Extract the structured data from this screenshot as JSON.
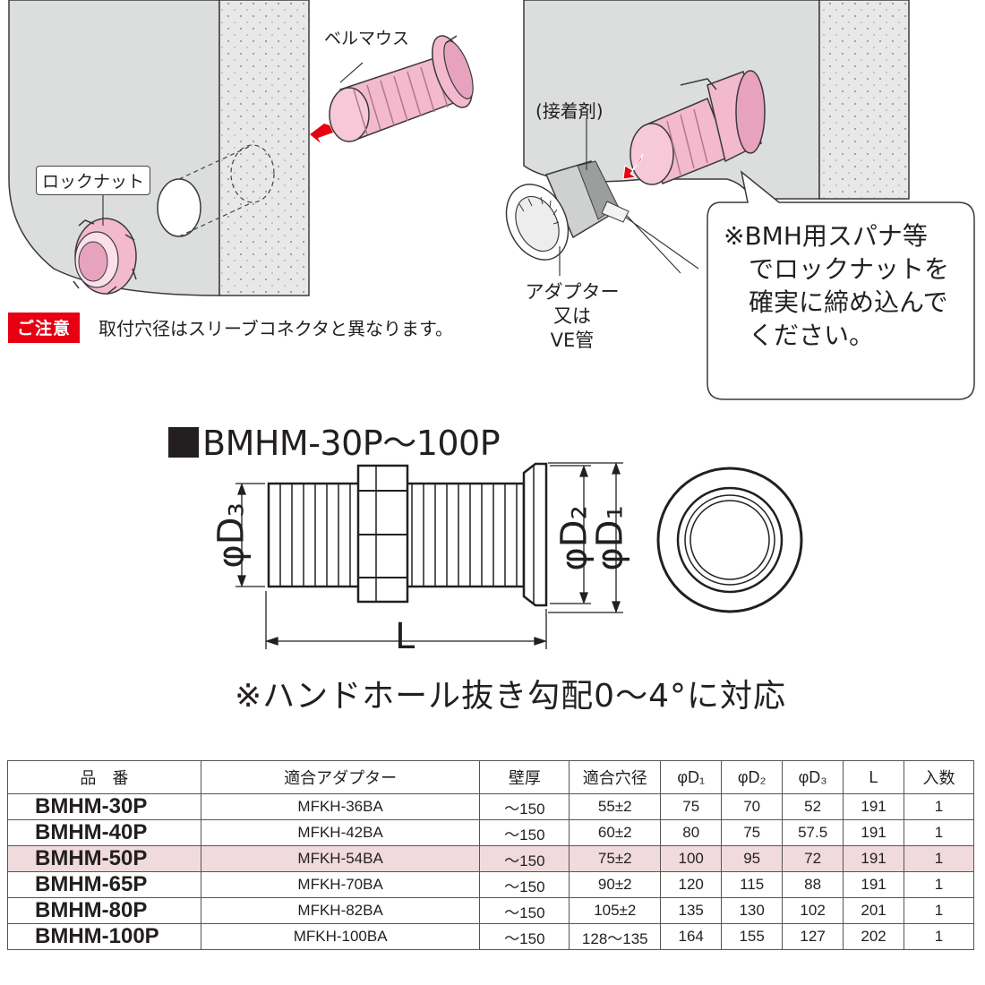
{
  "illustration": {
    "labels": {
      "bellmouth": "ベルマウス",
      "locknut": "ロックナット",
      "adhesive": "(接着剤)",
      "adapter_line1": "アダプター",
      "adapter_line2": "又は",
      "adapter_line3": "VE管"
    },
    "caution_badge": "ご注意",
    "caution_text": "取付穴径はスリーブコネクタと異なります。",
    "callout_lines": [
      "※BMH用スパナ等",
      "でロックナットを",
      "確実に締め込んで",
      "ください。"
    ]
  },
  "drawing": {
    "title": "BMHM-30P～100P",
    "dim_d3": "φD₃",
    "dim_d2": "φD₂",
    "dim_d1": "φD₁",
    "dim_l": "L",
    "footnote": "※ハンドホール抜き勾配0～4°に対応"
  },
  "table": {
    "headers": [
      "品　番",
      "適合アダプター",
      "壁厚",
      "適合穴径",
      "φD₁",
      "φD₂",
      "φD₃",
      "L",
      "入数"
    ],
    "rows": [
      {
        "model": "BMHM-30P",
        "adapter": "MFKH-36BA",
        "wall": "～150",
        "hole": "55±2",
        "d1": "75",
        "d2": "70",
        "d3": "52",
        "l": "191",
        "qty": "1",
        "highlight": false
      },
      {
        "model": "BMHM-40P",
        "adapter": "MFKH-42BA",
        "wall": "～150",
        "hole": "60±2",
        "d1": "80",
        "d2": "75",
        "d3": "57.5",
        "l": "191",
        "qty": "1",
        "highlight": false
      },
      {
        "model": "BMHM-50P",
        "adapter": "MFKH-54BA",
        "wall": "～150",
        "hole": "75±2",
        "d1": "100",
        "d2": "95",
        "d3": "72",
        "l": "191",
        "qty": "1",
        "highlight": true
      },
      {
        "model": "BMHM-65P",
        "adapter": "MFKH-70BA",
        "wall": "～150",
        "hole": "90±2",
        "d1": "120",
        "d2": "115",
        "d3": "88",
        "l": "191",
        "qty": "1",
        "highlight": false
      },
      {
        "model": "BMHM-80P",
        "adapter": "MFKH-82BA",
        "wall": "～150",
        "hole": "105±2",
        "d1": "135",
        "d2": "130",
        "d3": "102",
        "l": "201",
        "qty": "1",
        "highlight": false
      },
      {
        "model": "BMHM-100P",
        "adapter": "MFKH-100BA",
        "wall": "～150",
        "hole": "128～135",
        "d1": "164",
        "d2": "155",
        "d3": "127",
        "l": "202",
        "qty": "1",
        "highlight": false
      }
    ]
  },
  "colors": {
    "wall_gray": "#dcdddd",
    "pink": "#f3b9cd",
    "pink_dark": "#d98aa8",
    "red": "#e60012",
    "highlight_row": "#f1dadd"
  }
}
